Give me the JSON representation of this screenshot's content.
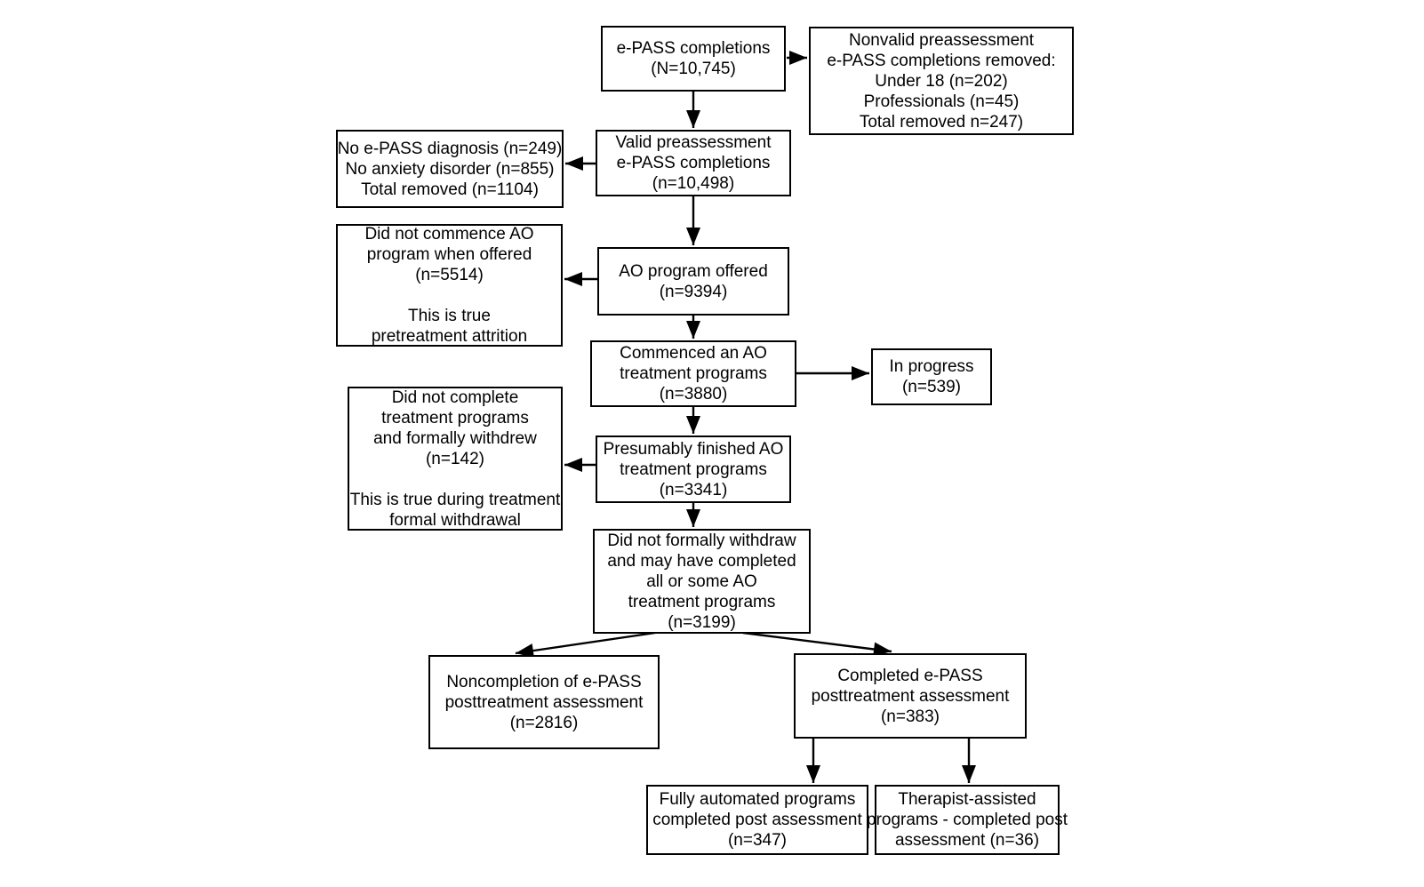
{
  "figure": {
    "type": "flowchart",
    "colors": {
      "background": "#ffffff",
      "box_fill": "#ffffff",
      "box_border": "#000000",
      "text": "#000000",
      "arrow": "#000000"
    },
    "nodes": {
      "epass_completions": {
        "text": "e-PASS completions\n(N=10,745)"
      },
      "nonvalid_removed": {
        "text": "Nonvalid preassessment\ne-PASS completions removed:\nUnder 18 (n=202)\nProfessionals (n=45)\nTotal removed n=247)"
      },
      "valid_preassessment": {
        "text": "Valid preassessment\ne-PASS completions\n(n=10,498)"
      },
      "no_diagnosis_removed": {
        "text": "No e-PASS diagnosis (n=249)\nNo anxiety disorder (n=855)\nTotal removed (n=1104)"
      },
      "did_not_commence": {
        "text": "Did not commence AO\nprogram when offered\n(n=5514)\n\nThis is true\npretreatment attrition"
      },
      "ao_program_offered": {
        "text": "AO program offered\n(n=9394)"
      },
      "commenced_ao": {
        "text": "Commenced an AO\ntreatment programs\n(n=3880)"
      },
      "in_progress": {
        "text": "In progress\n(n=539)"
      },
      "did_not_complete": {
        "text": "Did not complete\ntreatment programs\nand formally withdrew\n(n=142)\n\nThis is true during treatment\nformal withdrawal"
      },
      "presumably_finished": {
        "text": "Presumably finished AO\ntreatment programs\n(n=3341)"
      },
      "did_not_withdraw": {
        "text": "Did not formally withdraw\nand may have completed\nall or some AO\ntreatment programs\n(n=3199)"
      },
      "noncompletion_post": {
        "text": "Noncompletion of e-PASS\nposttreatment assessment\n(n=2816)"
      },
      "completed_post": {
        "text": "Completed e-PASS\nposttreatment assessment\n(n=383)"
      },
      "fully_automated": {
        "text": "Fully automated programs\ncompleted post assessment\n(n=347)"
      },
      "therapist_assisted": {
        "text": "Therapist-assisted\nprograms - completed post\nassessment (n=36)"
      }
    },
    "edges": [
      {
        "from": "epass_completions",
        "to": "nonvalid_removed"
      },
      {
        "from": "epass_completions",
        "to": "valid_preassessment"
      },
      {
        "from": "valid_preassessment",
        "to": "no_diagnosis_removed"
      },
      {
        "from": "valid_preassessment",
        "to": "ao_program_offered"
      },
      {
        "from": "ao_program_offered",
        "to": "did_not_commence"
      },
      {
        "from": "ao_program_offered",
        "to": "commenced_ao"
      },
      {
        "from": "commenced_ao",
        "to": "in_progress"
      },
      {
        "from": "commenced_ao",
        "to": "presumably_finished"
      },
      {
        "from": "presumably_finished",
        "to": "did_not_complete"
      },
      {
        "from": "presumably_finished",
        "to": "did_not_withdraw"
      },
      {
        "from": "did_not_withdraw",
        "to": "noncompletion_post"
      },
      {
        "from": "did_not_withdraw",
        "to": "completed_post"
      },
      {
        "from": "completed_post",
        "to": "fully_automated"
      },
      {
        "from": "completed_post",
        "to": "therapist_assisted"
      }
    ]
  }
}
